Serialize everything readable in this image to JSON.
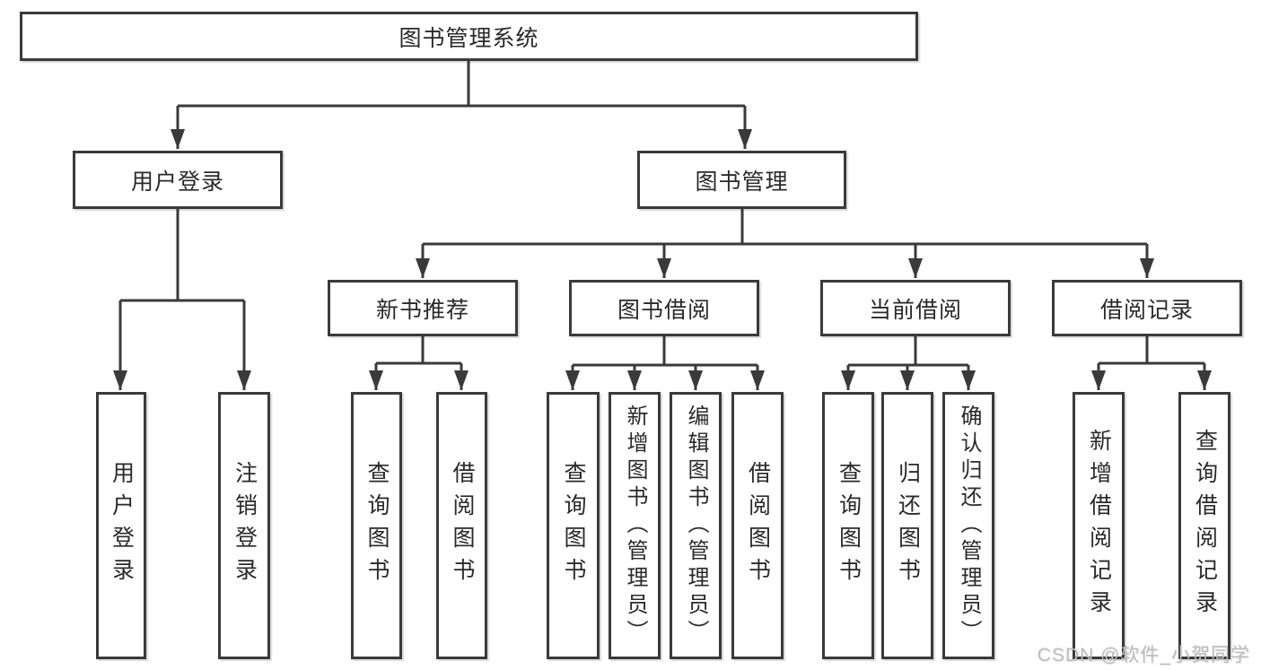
{
  "tree": {
    "label": "图书管理系统",
    "children": [
      {
        "label": "用户登录",
        "children": [
          {
            "label": "用户登录"
          },
          {
            "label": "注销登录"
          }
        ]
      },
      {
        "label": "图书管理",
        "children": [
          {
            "label": "新书推荐",
            "children": [
              {
                "label": "查询图书"
              },
              {
                "label": "借阅图书"
              }
            ]
          },
          {
            "label": "图书借阅",
            "children": [
              {
                "label": "查询图书"
              },
              {
                "label": "新增图书（管理员）"
              },
              {
                "label": "编辑图书（管理员）"
              },
              {
                "label": "借阅图书"
              }
            ]
          },
          {
            "label": "当前借阅",
            "children": [
              {
                "label": "查询图书"
              },
              {
                "label": "归还图书"
              },
              {
                "label": "确认归还（管理员）"
              }
            ]
          },
          {
            "label": "借阅记录",
            "children": [
              {
                "label": "新增借阅记录"
              },
              {
                "label": "查询借阅记录"
              }
            ]
          }
        ]
      }
    ]
  },
  "watermark": "CSDN @软件_小贺同学",
  "colors": {
    "line": "#3a3a3a",
    "text": "#2a2a2a",
    "background": "#ffffff",
    "watermark": "#bdbdbd"
  }
}
